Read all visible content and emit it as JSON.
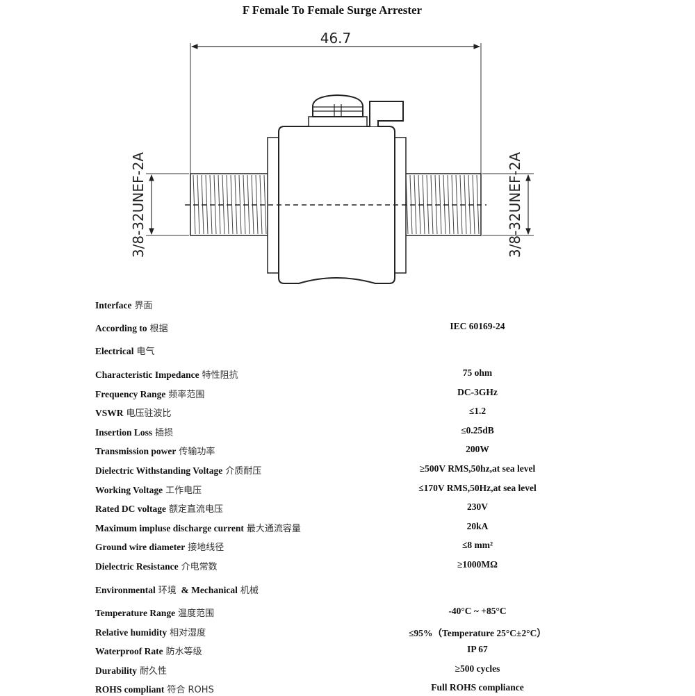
{
  "title": "F Female To Female Surge Arrester",
  "dimensions": {
    "length": "46.7",
    "thread_left": "3/8-32UNEF-2A",
    "thread_right": "3/8-32UNEF-2A"
  },
  "sections": {
    "interface": {
      "en": "Interface",
      "cn": "界面"
    },
    "electrical": {
      "en": "Electrical",
      "cn": "电气"
    },
    "environmental": {
      "en": "Environmental",
      "cn": "环境",
      "en2": "& Mechanical",
      "cn2": "机械"
    }
  },
  "specs": {
    "according": {
      "en": "According to",
      "cn": "根据",
      "value": "IEC 60169-24"
    },
    "impedance": {
      "en": "Characteristic Impedance",
      "cn": "特性阻抗",
      "value": "75 ohm"
    },
    "frequency": {
      "en": "Frequency Range",
      "cn": "频率范围",
      "value": "DC-3GHz"
    },
    "vswr": {
      "en": "VSWR",
      "cn": "电压驻波比",
      "value": "≤1.2"
    },
    "insertion": {
      "en": "Insertion Loss",
      "cn": "插损",
      "value": "≤0.25dB"
    },
    "power": {
      "en": "Transmission power",
      "cn": "传输功率",
      "value": "200W"
    },
    "dielectric_voltage": {
      "en": "Dielectric Withstanding Voltage",
      "cn": "介质耐压",
      "value": "≥500V RMS,50hz,at sea level"
    },
    "working_voltage": {
      "en": "Working Voltage",
      "cn": "工作电压",
      "value": "≤170V RMS,50Hz,at sea level"
    },
    "rated_dc": {
      "en": "Rated DC voltage",
      "cn": "额定直流电压",
      "value": "230V"
    },
    "max_discharge": {
      "en": "Maximum impluse discharge current",
      "cn": "最大通流容量",
      "value": "20kA"
    },
    "ground_wire": {
      "en": "Ground wire diameter",
      "cn": "接地线径",
      "value": "≤8 mm²"
    },
    "dielectric_resistance": {
      "en": "Dielectric Resistance",
      "cn": "介电常数",
      "value": "≥1000MΩ"
    },
    "temperature": {
      "en": "Temperature Range",
      "cn": "温度范围",
      "value": "-40°C ~ +85°C"
    },
    "humidity": {
      "en": "Relative humidity",
      "cn": "相对湿度",
      "value": "≤95%（Temperature 25°C±2°C）"
    },
    "waterproof": {
      "en": "Waterproof Rate",
      "cn": "防水等级",
      "value": "IP 67"
    },
    "durability": {
      "en": "Durability",
      "cn": "耐久性",
      "value": "≥500 cycles"
    },
    "rohs": {
      "en": "ROHS compliant",
      "cn": "符合 ROHS",
      "value": "Full ROHS compliance"
    }
  }
}
